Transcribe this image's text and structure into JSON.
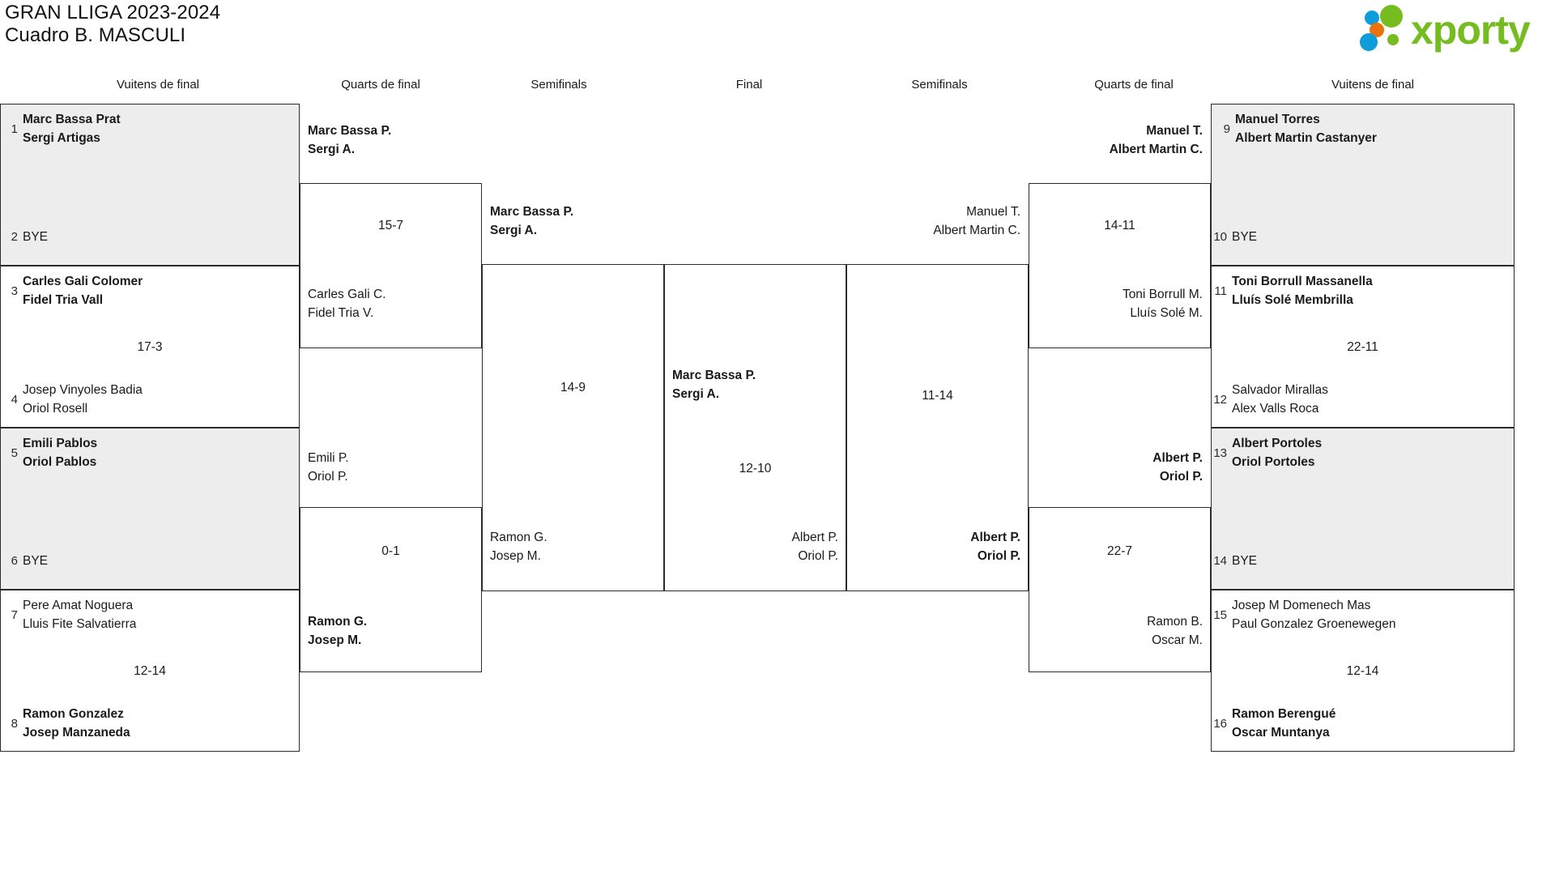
{
  "header": {
    "title_line1": "GRAN LLIGA 2023-2024",
    "title_line2": "Cuadro B. MASCULI",
    "logo_text": "xporty",
    "logo_colors": {
      "green": "#74bc1f",
      "blue": "#0d9ddb",
      "orange": "#e8720c"
    }
  },
  "round_labels": {
    "r16_left": "Vuitens de final",
    "qf_left": "Quarts de final",
    "sf_left": "Semifinals",
    "final": "Final",
    "sf_right": "Semifinals",
    "qf_right": "Quarts de final",
    "r16_right": "Vuitens de final"
  },
  "bracket": {
    "r16_left": [
      {
        "seed_top": "1",
        "top": "Marc Bassa Prat\nSergi Artigas",
        "top_winner": true,
        "seed_bottom": "2",
        "bottom": "BYE",
        "bottom_winner": false,
        "score": "",
        "shaded": true,
        "top_l1": "Marc Bassa Prat",
        "top_l2": "Sergi Artigas",
        "bottom_l1": "BYE",
        "bottom_l2": ""
      },
      {
        "seed_top": "3",
        "top_winner": true,
        "seed_bottom": "4",
        "bottom_winner": false,
        "score": "17-3",
        "shaded": false,
        "top_l1": "Carles Gali Colomer",
        "top_l2": "Fidel Tria Vall",
        "bottom_l1": "Josep Vinyoles Badia",
        "bottom_l2": "Oriol Rosell"
      },
      {
        "seed_top": "5",
        "top_winner": true,
        "seed_bottom": "6",
        "bottom_winner": false,
        "score": "",
        "shaded": true,
        "top_l1": "Emili Pablos",
        "top_l2": "Oriol Pablos",
        "bottom_l1": "BYE",
        "bottom_l2": ""
      },
      {
        "seed_top": "7",
        "top_winner": false,
        "seed_bottom": "8",
        "bottom_winner": true,
        "score": "12-14",
        "shaded": false,
        "top_l1": "Pere Amat Noguera",
        "top_l2": "Lluis Fite Salvatierra",
        "bottom_l1": "Ramon Gonzalez",
        "bottom_l2": "Josep Manzaneda"
      }
    ],
    "qf_left": [
      {
        "score": "15-7",
        "top_l1": "Marc Bassa P.",
        "top_l2": "Sergi A.",
        "top_winner": true,
        "bottom_l1": "Carles Gali C.",
        "bottom_l2": "Fidel Tria V.",
        "bottom_winner": false
      },
      {
        "score": "0-1",
        "top_l1": "Emili P.",
        "top_l2": "Oriol P.",
        "top_winner": false,
        "bottom_l1": "Ramon G.",
        "bottom_l2": "Josep M.",
        "bottom_winner": true
      }
    ],
    "sf_left": [
      {
        "score": "14-9",
        "top_l1": "Marc Bassa P.",
        "top_l2": "Sergi A.",
        "top_winner": true,
        "bottom_l1": "Ramon G.",
        "bottom_l2": "Josep M.",
        "bottom_winner": false
      }
    ],
    "final": {
      "score": "12-10",
      "left_l1": "Marc Bassa P.",
      "left_l2": "Sergi A.",
      "left_winner": true,
      "right_l1": "Albert P.",
      "right_l2": "Oriol P.",
      "right_winner": false
    },
    "sf_right": [
      {
        "score": "11-14",
        "top_l1": "Manuel T.",
        "top_l2": "Albert Martin C.",
        "top_winner": false,
        "bottom_l1": "Albert P.",
        "bottom_l2": "Oriol P.",
        "bottom_winner": true
      }
    ],
    "qf_right": [
      {
        "score": "14-11",
        "top_l1": "Manuel T.",
        "top_l2": "Albert Martin C.",
        "top_winner": true,
        "bottom_l1": "Toni Borrull M.",
        "bottom_l2": "Lluís Solé M.",
        "bottom_winner": false
      },
      {
        "score": "22-7",
        "top_l1": "Albert P.",
        "top_l2": "Oriol P.",
        "top_winner": true,
        "bottom_l1": "Ramon B.",
        "bottom_l2": "Oscar M.",
        "bottom_winner": false
      }
    ],
    "r16_right": [
      {
        "seed_top": "9",
        "top_winner": true,
        "seed_bottom": "10",
        "bottom_winner": false,
        "score": "",
        "shaded": true,
        "top_l1": "Manuel Torres",
        "top_l2": "Albert Martin Castanyer",
        "bottom_l1": "BYE",
        "bottom_l2": ""
      },
      {
        "seed_top": "11",
        "top_winner": true,
        "seed_bottom": "12",
        "bottom_winner": false,
        "score": "22-11",
        "shaded": false,
        "top_l1": "Toni Borrull Massanella",
        "top_l2": "Lluís Solé Membrilla",
        "bottom_l1": "Salvador Mirallas",
        "bottom_l2": "Alex Valls Roca"
      },
      {
        "seed_top": "13",
        "top_winner": true,
        "seed_bottom": "14",
        "bottom_winner": false,
        "score": "",
        "shaded": true,
        "top_l1": "Albert Portoles",
        "top_l2": "Oriol Portoles",
        "bottom_l1": "BYE",
        "bottom_l2": ""
      },
      {
        "seed_top": "15",
        "top_winner": false,
        "seed_bottom": "16",
        "bottom_winner": true,
        "score": "12-14",
        "shaded": false,
        "top_l1": "Josep M Domenech Mas",
        "top_l2": "Paul Gonzalez Groenewegen",
        "bottom_l1": "Ramon Berengué",
        "bottom_l2": "Oscar Muntanya"
      }
    ]
  }
}
